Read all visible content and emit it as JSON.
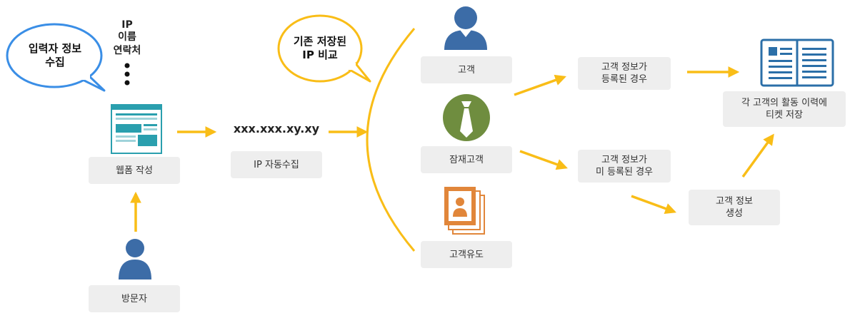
{
  "bubble_collect": "입력자 정보\n수집",
  "collected_fields": [
    "IP",
    "이름",
    "연락처"
  ],
  "bubble_compare": "기존 저장된\nIP 비교",
  "ip_value": "xxx.xxx.xy.xy",
  "boxes": {
    "webform": "웹폼 작성",
    "visitor": "방문자",
    "ip_auto": "IP 자동수집",
    "customer": "고객",
    "potential": "잠재고객",
    "lead": "고객유도",
    "registered": "고객 정보가\n등록된 경우",
    "unregistered": "고객 정보가\n미 등록된 경우",
    "create": "고객 정보\n생성",
    "ticket": "각 고객의 활동 이력에\n티켓 저장"
  },
  "colors": {
    "arrow": "#f9bd17",
    "bubble_left": "#3a8ee6",
    "bubble_right": "#f9bd17",
    "person": "#3c6ca7",
    "tie_circle": "#6f8d3f",
    "lead_icon": "#e1863a",
    "form": "#2a9fae",
    "box_bg": "#eeeeee"
  }
}
